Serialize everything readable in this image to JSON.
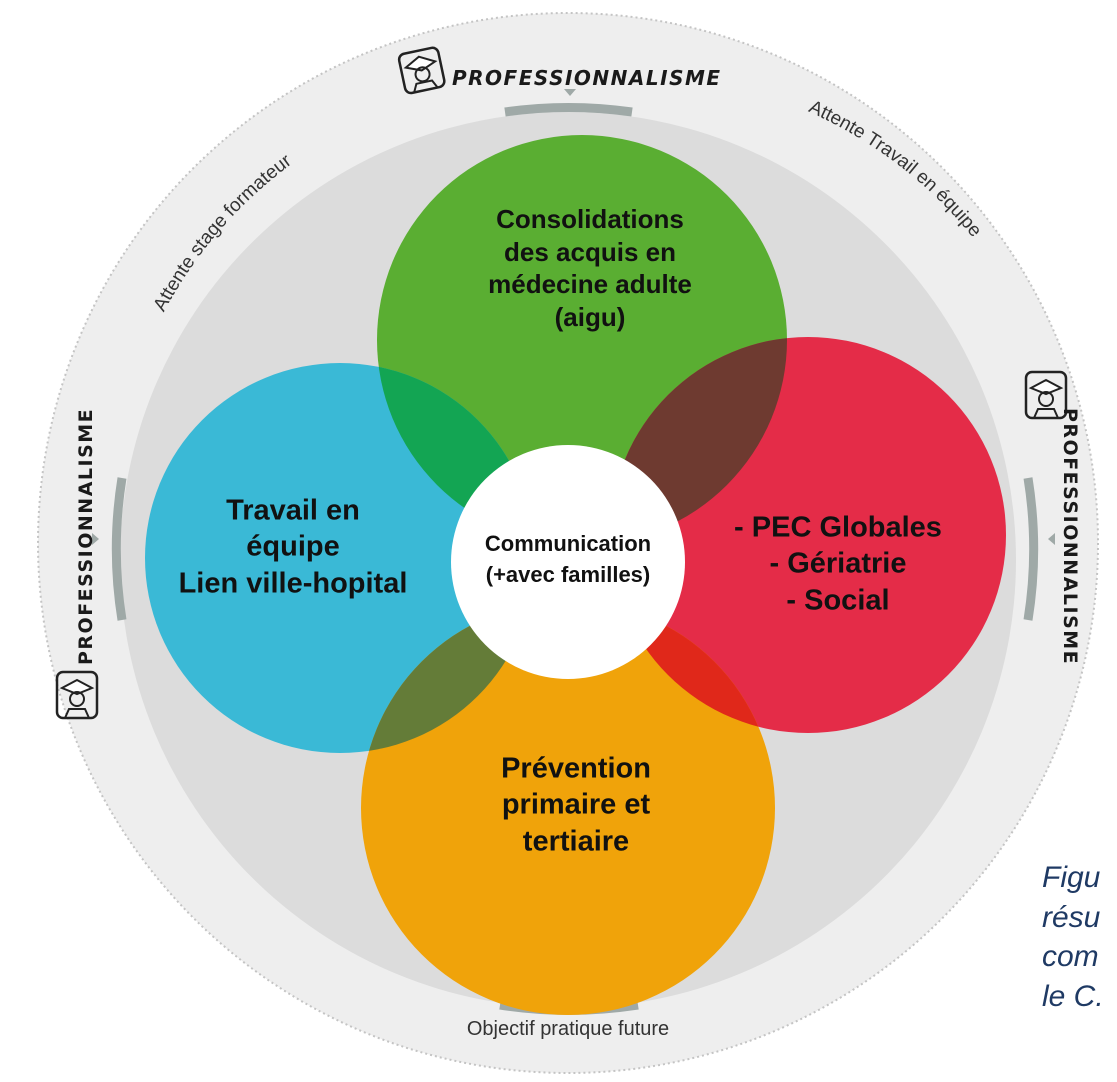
{
  "outer_ring": {
    "top_label": "PROFESSIONNALISME",
    "left_label": "PROFESSIONNALISME",
    "right_label": "PROFESSIONNALISME",
    "arc_top_left": "Attente stage formateur",
    "arc_top_right": "Attente Travail en équipe",
    "bottom_label": "Objectif pratique future"
  },
  "circles": {
    "top": {
      "color": "#5aae32",
      "lines": [
        "Consolidations",
        "des acquis en",
        "médecine adulte",
        "(aigu)"
      ]
    },
    "left": {
      "color": "#3ab9d6",
      "lines": [
        "Travail en",
        "équipe",
        "Lien ville-hopital"
      ]
    },
    "right": {
      "color": "#e42c48",
      "lines": [
        "- PEC Globales",
        "- Gériatrie",
        "- Social"
      ]
    },
    "bottom": {
      "color": "#f0a30a",
      "lines": [
        "Prévention",
        "primaire et",
        "tertiaire"
      ]
    },
    "center": {
      "lines": [
        "Communication",
        "(+avec familles)"
      ]
    }
  },
  "caption": {
    "lines": [
      "Figu",
      "résu",
      "com",
      "le C."
    ]
  },
  "colors": {
    "outer_ring": "#eeeeee",
    "inner_disc": "#dcdcdc",
    "accent_bar": "#9fa9a7",
    "caption_text": "#1f3a64"
  }
}
